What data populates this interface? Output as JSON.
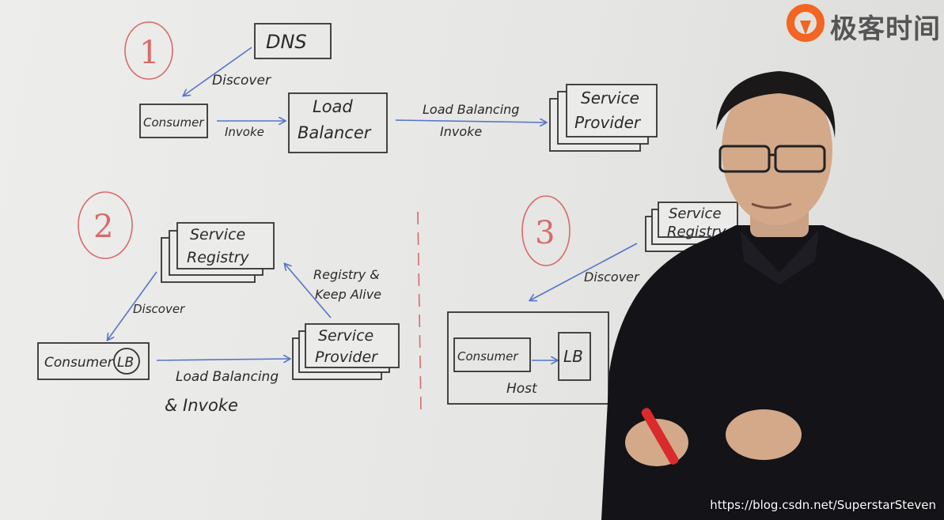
{
  "brand": {
    "logo_text": "极客时间",
    "accent": "#f26522"
  },
  "watermark": "https://blog.csdn.net/SuperstarSteven",
  "diagram1": {
    "number": "1",
    "dns": "DNS",
    "discover": "Discover",
    "consumer": "Consumer",
    "invoke": "Invoke",
    "lb_line1": "Load",
    "lb_line2": "Balancer",
    "lbi_line1": "Load Balancing",
    "lbi_line2": "Invoke",
    "sp_line1": "Service",
    "sp_line2": "Provider"
  },
  "diagram2": {
    "number": "2",
    "sr_line1": "Service",
    "sr_line2": "Registry",
    "discover": "Discover",
    "consumer": "Consumer",
    "lb": "LB",
    "reg_line1": "Registry &",
    "reg_line2": "Keep Alive",
    "sp_line1": "Service",
    "sp_line2": "Provider",
    "lbi_line1": "Load Balancing",
    "lbi_line2": "& Invoke"
  },
  "diagram3": {
    "number": "3",
    "sr_line1": "Service",
    "sr_line2": "Registry",
    "discover": "Discover",
    "consumer": "Consumer",
    "lb": "LB",
    "host": "Host"
  },
  "colors": {
    "arrow": "#5575c8",
    "circle": "#d86a6a",
    "divider": "#d86a6a"
  }
}
